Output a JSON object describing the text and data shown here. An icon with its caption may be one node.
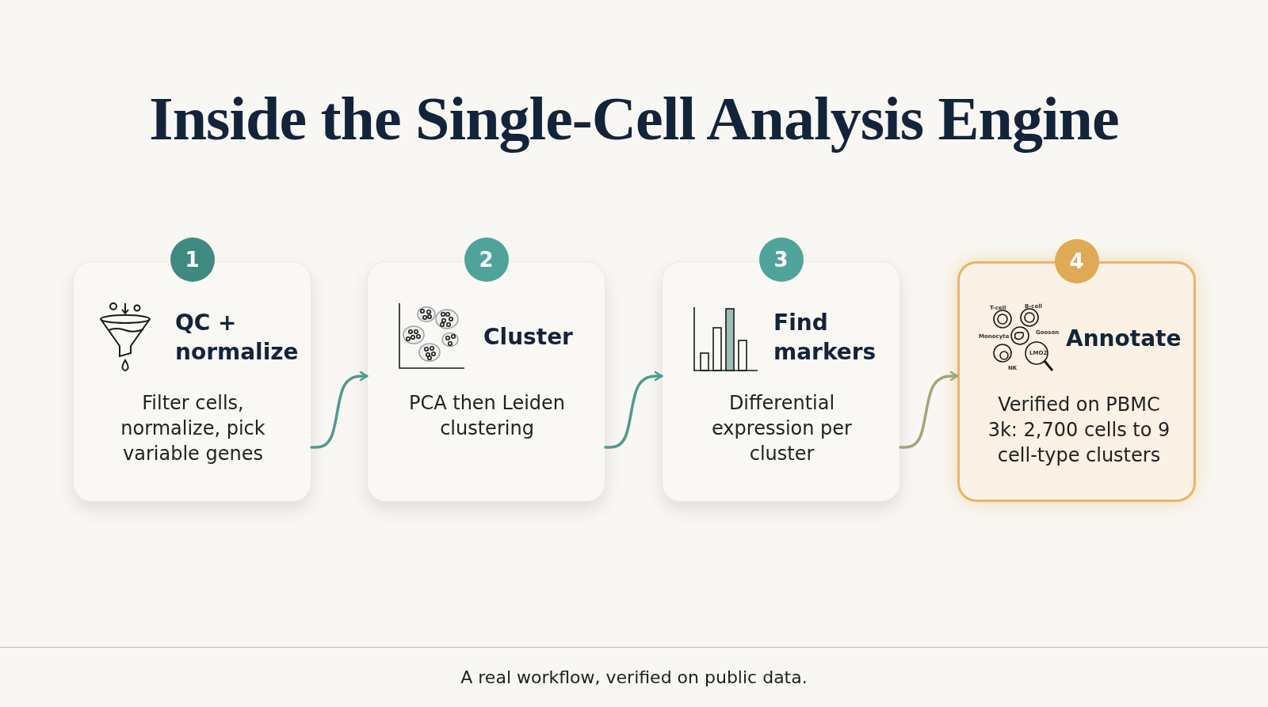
{
  "diagram": {
    "title": "Inside the Single-Cell Analysis Engine",
    "caption": "A real workflow, verified on public data.",
    "nodes": [
      {
        "text": [
          "1",
          "QC + normalize",
          "Filter cells, normalize, pick variable genes"
        ]
      },
      {
        "text": [
          "2",
          "Cluster",
          "PCA then Leiden clustering"
        ]
      },
      {
        "text": [
          "3",
          "Find markers",
          "Differential expression per cluster"
        ]
      },
      {
        "text": [
          "4",
          "Annotate",
          "Verified on PBMC 3k: 2,700 cells to 9 cell-type clusters"
        ]
      }
    ],
    "edges": [
      {
        "from": 0,
        "to": 1,
        "arrow": "to"
      },
      {
        "from": 1,
        "to": 2,
        "arrow": "to"
      },
      {
        "from": 2,
        "to": 3,
        "arrow": "to",
        "color": "#a1a676"
      }
    ],
    "labels": [
      "T-cell",
      "B-cell",
      "Monocyte",
      "Gooson",
      "NK",
      "LMO2"
    ]
  }
}
